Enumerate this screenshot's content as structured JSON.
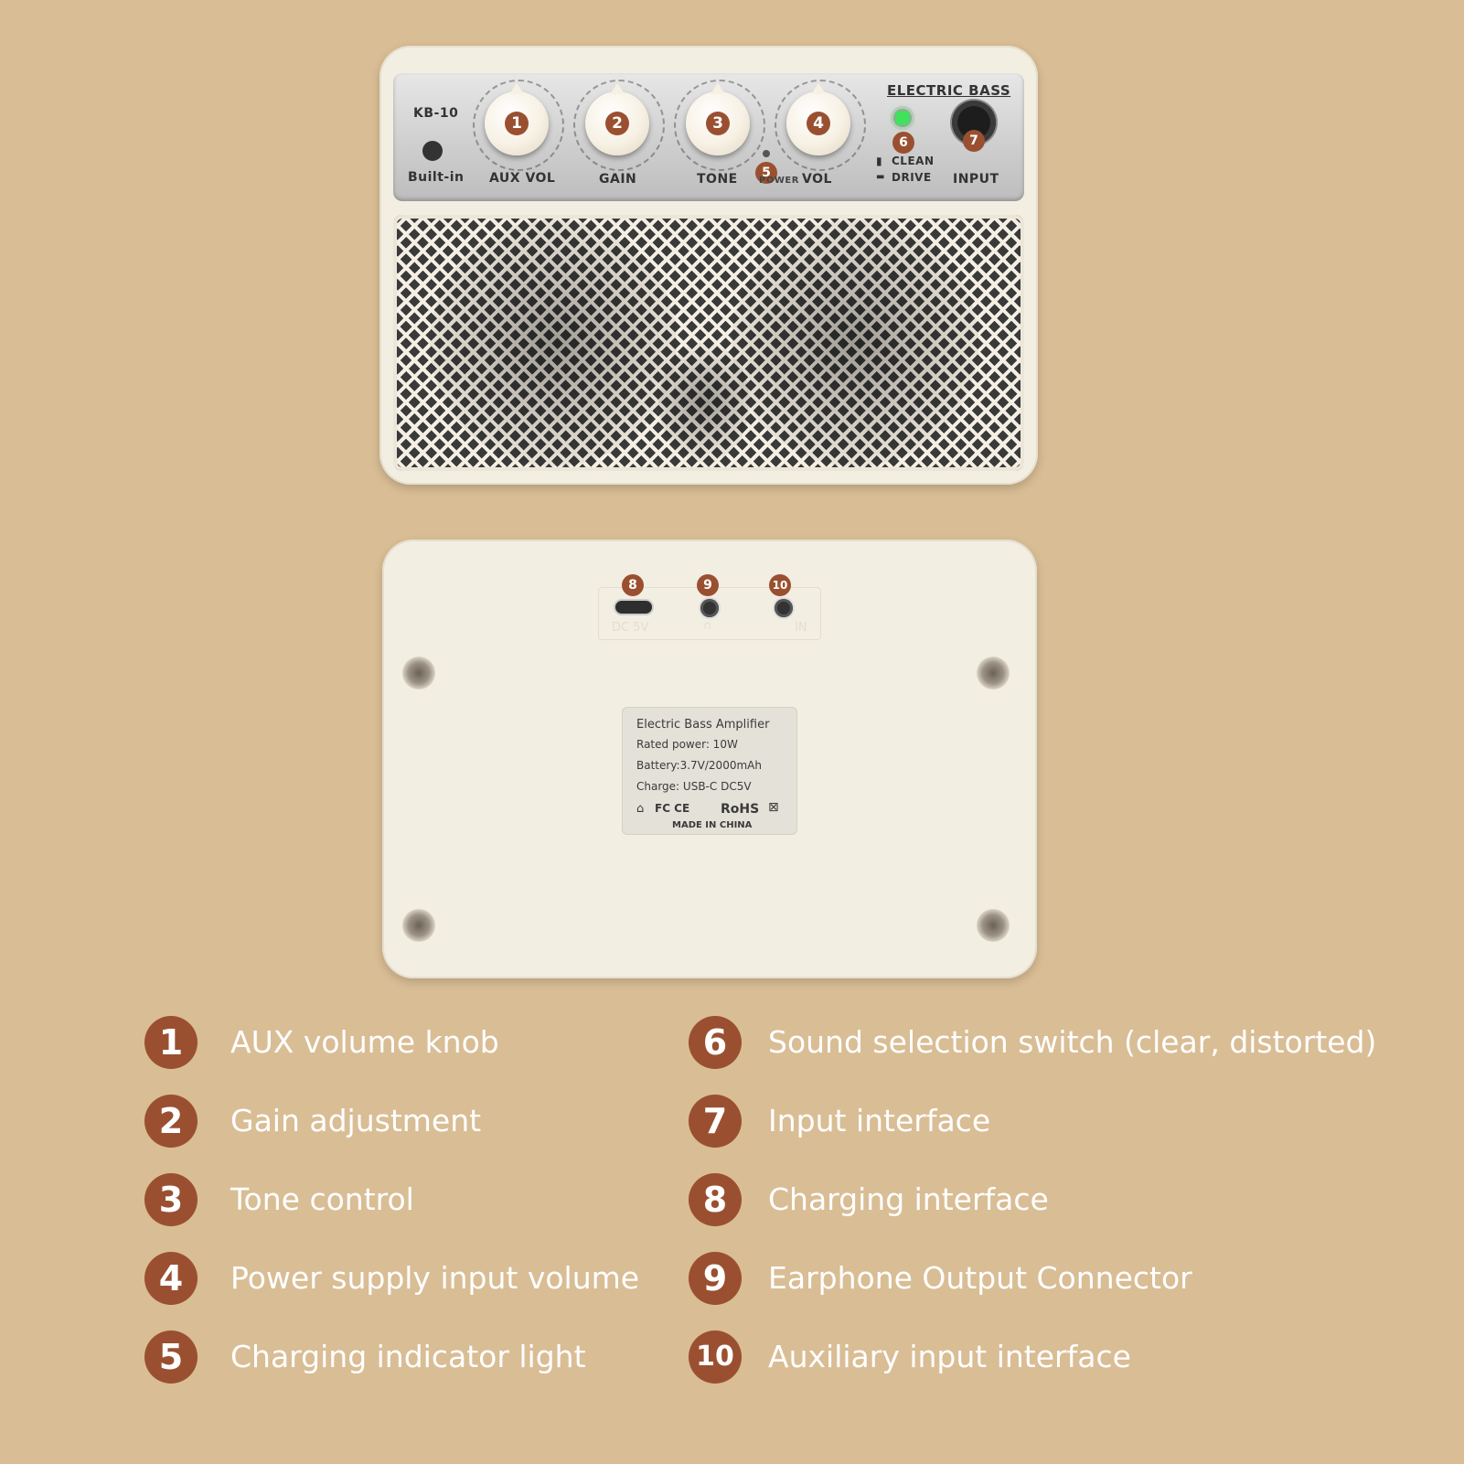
{
  "front_panel": {
    "model": "KB-10",
    "bluetooth_label": "Built-in",
    "brand_text": "ELECTRIC BASS",
    "knobs": [
      "AUX VOL",
      "GAIN",
      "TONE",
      "VOL"
    ],
    "power_label": "POWER",
    "switch_labels": {
      "clean": "CLEAN",
      "drive": "DRIVE"
    },
    "input_label": "INPUT",
    "led_color": "#3fe35b"
  },
  "back_panel": {
    "ports": [
      "DC 5V",
      "∩",
      "IN"
    ],
    "sticker": {
      "lines": [
        "Electric Bass Amplifier",
        "Rated power: 10W",
        "Battery:3.7V/2000mAh",
        "Charge: USB-C DC5V"
      ],
      "marks": "FC CE",
      "rohs": "RoHS",
      "origin": "MADE IN CHINA"
    }
  },
  "callouts": [
    "1",
    "2",
    "3",
    "4",
    "5",
    "6",
    "7",
    "8",
    "9",
    "10"
  ],
  "legend": [
    {
      "number": "1",
      "text": "AUX volume knob"
    },
    {
      "number": "2",
      "text": "Gain adjustment"
    },
    {
      "number": "3",
      "text": "Tone control"
    },
    {
      "number": "4",
      "text": "Power supply input volume"
    },
    {
      "number": "5",
      "text": "Charging indicator light"
    },
    {
      "number": "6",
      "text": "Sound selection switch (clear, distorted)"
    },
    {
      "number": "7",
      "text": "Input interface"
    },
    {
      "number": "8",
      "text": "Charging interface"
    },
    {
      "number": "9",
      "text": "Earphone Output Connector"
    },
    {
      "number": "10",
      "text": "Auxiliary input interface"
    }
  ],
  "colors": {
    "background": "#d9bd95",
    "badge": "#9a5030",
    "amp_body": "#f3eee2"
  }
}
